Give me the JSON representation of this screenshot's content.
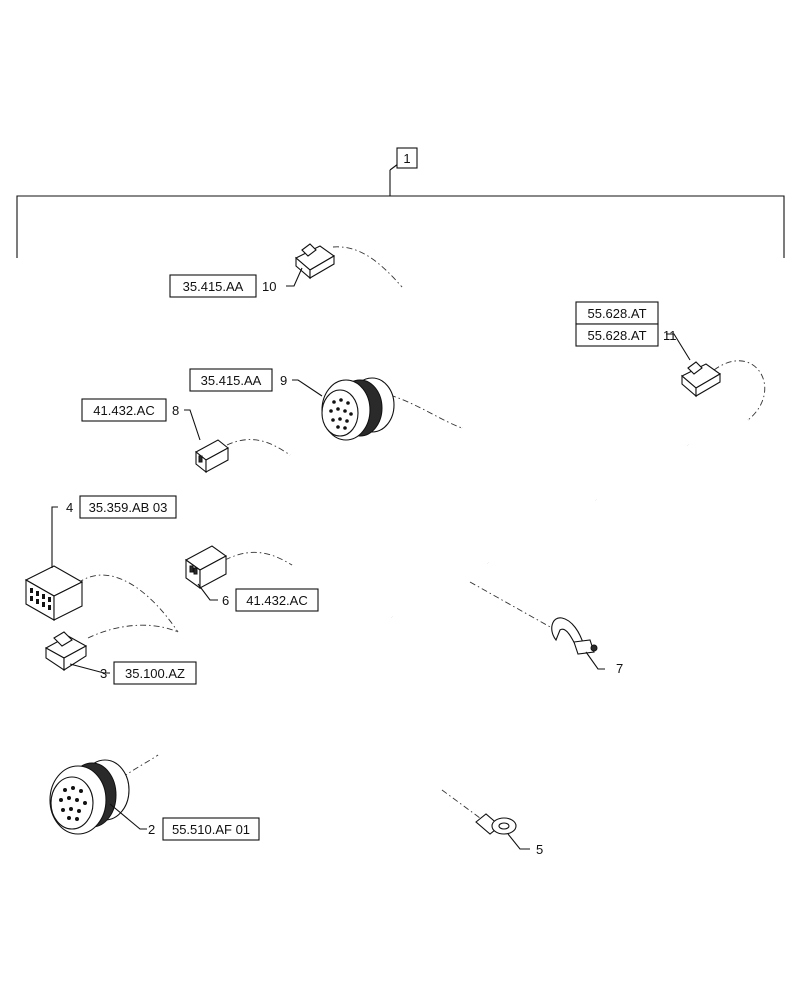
{
  "assembly": {
    "item": "1"
  },
  "callouts": {
    "c2": {
      "num": "2",
      "ref": "55.510.AF 01"
    },
    "c3": {
      "num": "3",
      "ref": "35.100.AZ"
    },
    "c4": {
      "num": "4",
      "ref": "35.359.AB 03"
    },
    "c5": {
      "num": "5"
    },
    "c6": {
      "num": "6",
      "ref": "41.432.AC"
    },
    "c7": {
      "num": "7"
    },
    "c8": {
      "num": "8",
      "ref": "41.432.AC"
    },
    "c9": {
      "num": "9",
      "ref": "35.415.AA"
    },
    "c10": {
      "num": "10",
      "ref": "35.415.AA"
    },
    "c11": {
      "num": "11",
      "ref1": "55.628.AT",
      "ref2": "55.628.AT"
    }
  },
  "colors": {
    "line": "#111111",
    "background": "#ffffff"
  }
}
